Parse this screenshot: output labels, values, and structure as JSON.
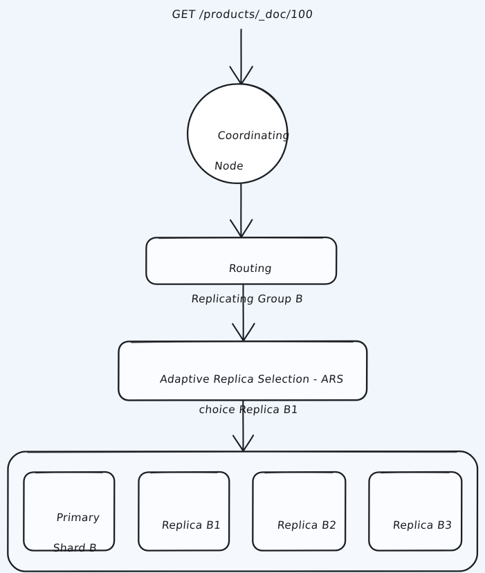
{
  "diagram": {
    "title": "GET /products/_doc/100",
    "background_color": "#f1f6fd",
    "stroke_color": "#1b1f24",
    "node_fill": "#fafcff",
    "nodes": {
      "coordinating_node": {
        "shape": "circle",
        "label_line1": "Coordinating",
        "label_line2": "Node"
      },
      "routing": {
        "shape": "rounded-rect",
        "label_line1": "Routing",
        "label_line2": "Replicating Group B"
      },
      "ars": {
        "shape": "rounded-rect",
        "label_line1": "Adaptive Replica Selection - ARS",
        "label_line2": "choice Replica B1"
      },
      "replication_group": {
        "shape": "rounded-rect-container",
        "shards": [
          {
            "label_line1": "Primary",
            "label_line2": "Shard B"
          },
          {
            "label_line1": "Replica B1",
            "label_line2": ""
          },
          {
            "label_line1": "Replica B2",
            "label_line2": ""
          },
          {
            "label_line1": "Replica B3",
            "label_line2": ""
          }
        ]
      }
    },
    "edges": [
      {
        "from": "title",
        "to": "coordinating_node",
        "arrow": "down"
      },
      {
        "from": "coordinating_node",
        "to": "routing",
        "arrow": "down"
      },
      {
        "from": "routing",
        "to": "ars",
        "arrow": "down"
      },
      {
        "from": "ars",
        "to": "replication_group",
        "arrow": "down"
      }
    ]
  }
}
